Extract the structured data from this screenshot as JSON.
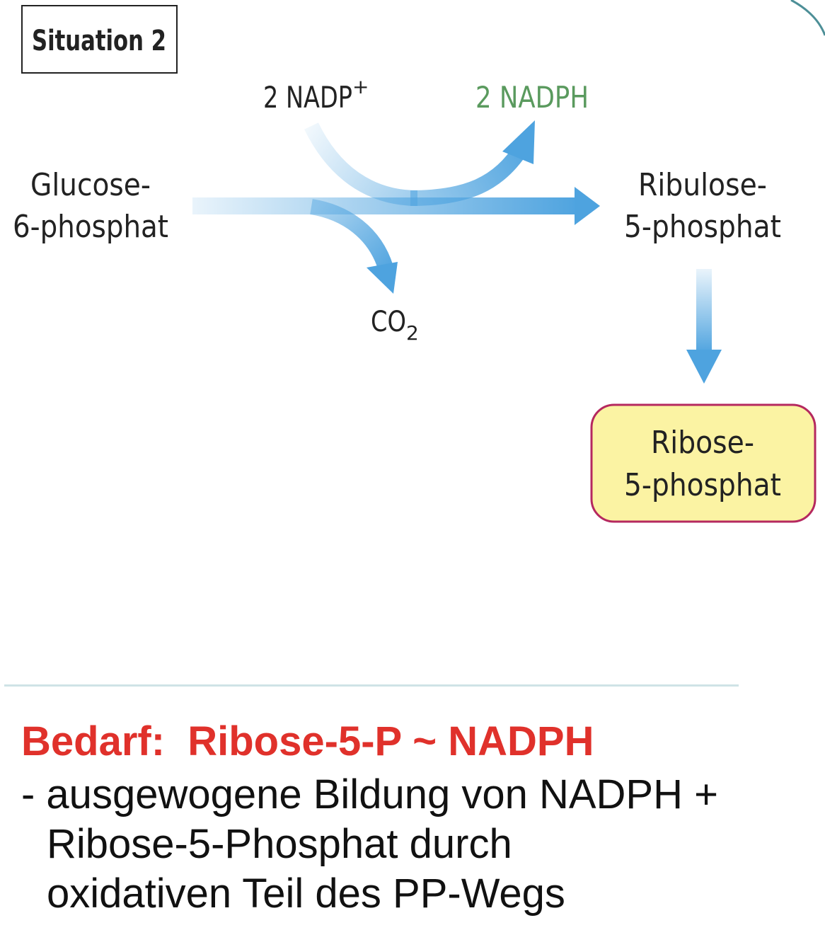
{
  "situation_label": "Situation 2",
  "nodes": {
    "glucose": [
      "Glucose-",
      "6-phosphat"
    ],
    "ribulose": [
      "Ribulose-",
      "5-phosphat"
    ],
    "ribose": [
      "Ribose-",
      "5-phosphat"
    ]
  },
  "cofactors": {
    "nadp": "2 NADP",
    "nadp_charge": "+",
    "nadph": "2 NADPH",
    "co2": "CO",
    "co2_sub": "2"
  },
  "colors": {
    "arrow_blue": "#4ea3df",
    "nadph_green": "#5a9a5e",
    "box_fill": "#fbf3a3",
    "box_border": "#b5285f",
    "heading_red": "#e0312b",
    "divider": "#cfe3e6"
  },
  "note": {
    "heading": "Bedarf:  Ribose-5-P ~ NADPH",
    "lines": [
      "- ausgewogene Bildung von NADPH +",
      "Ribose-5-Phosphat durch",
      "oxidativen Teil des PP-Wegs"
    ]
  }
}
